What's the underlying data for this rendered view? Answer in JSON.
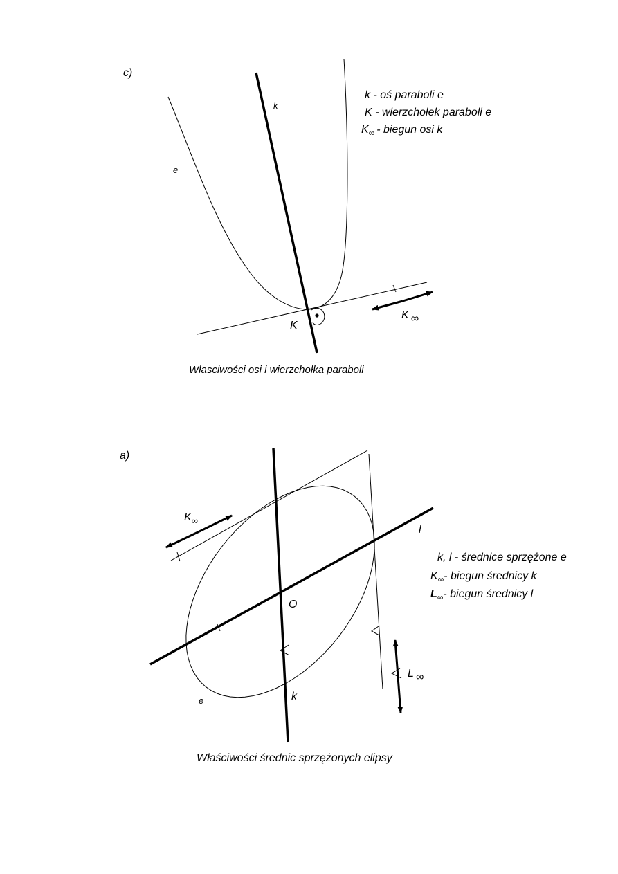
{
  "figure_c": {
    "panel_label": "c)",
    "axis_label": "k",
    "curve_label": "e",
    "vertex_label": "K",
    "pole_label": "K",
    "pole_sub": "∞",
    "legend": [
      "k - oś paraboli e",
      "K - wierzchołek paraboli e",
      "- biegun osi k"
    ],
    "legend_pole": "K∞",
    "caption": "Własciwości osi i wierzchołka paraboli"
  },
  "figure_a": {
    "panel_label": "a)",
    "center_label": "O",
    "axis_k_label": "k",
    "axis_l_label": "l",
    "curve_label": "e",
    "pole_k_label": "K",
    "pole_l_label": "L",
    "pole_sub": "∞",
    "legend": [
      "k, l - średnice sprzężone e",
      "- biegun średnicy k",
      "- biegun średnicy l"
    ],
    "legend_pole_k": "K∞",
    "legend_pole_l": "L∞",
    "caption": "Właściwości średnic sprzężonych elipsy"
  }
}
